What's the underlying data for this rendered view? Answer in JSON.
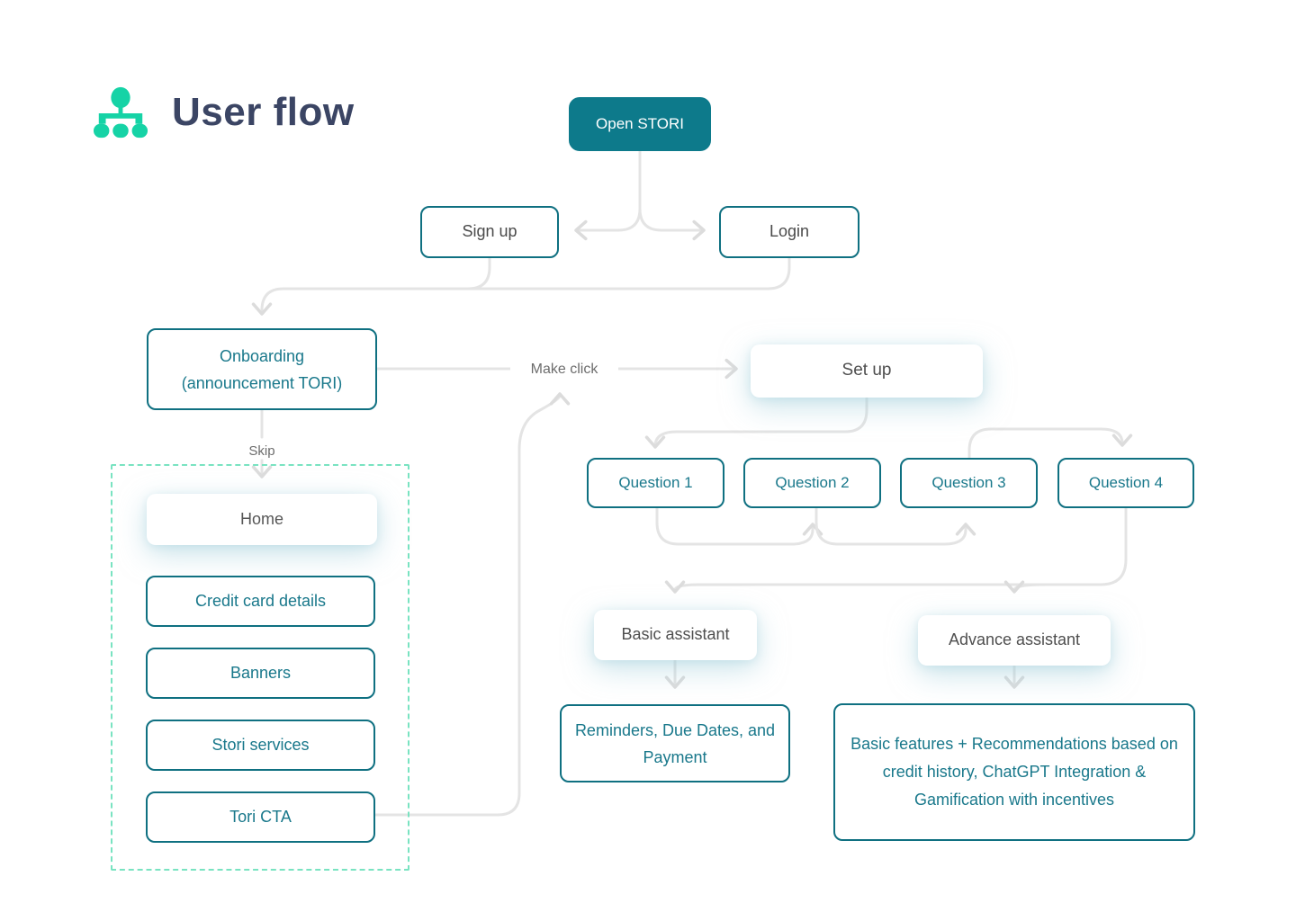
{
  "header": {
    "title": "User flow",
    "icon": "sitemap-icon"
  },
  "colors": {
    "teal_fill": "#0d7a8b",
    "teal_border": "#0f7081",
    "teal_text": "#19788b",
    "mint": "#16d3a6",
    "mint_dash": "#79e3c1",
    "connector": "#e4e4e4",
    "gray_text": "#6d6d6d",
    "dark_text": "#4a4a4a",
    "navy": "#3b4564",
    "bg": "#ffffff"
  },
  "edge_labels": {
    "skip": "Skip",
    "make_click": "Make click"
  },
  "nodes": {
    "open_stori": "Open STORI",
    "sign_up": "Sign up",
    "login": "Login",
    "onboarding_line1": "Onboarding",
    "onboarding_line2": "(announcement TORI)",
    "set_up": "Set up",
    "home": "Home",
    "credit_card_details": "Credit card details",
    "banners": "Banners",
    "stori_services": "Stori services",
    "tori_cta": "Tori CTA",
    "question_1": "Question 1",
    "question_2": "Question 2",
    "question_3": "Question 3",
    "question_4": "Question 4",
    "basic_assistant": "Basic assistant",
    "advance_assistant": "Advance assistant",
    "reminders": "Reminders, Due Dates, and Payment",
    "advanced_features": "Basic features  + Recommendations based on credit history, ChatGPT Integration & Gamification with incentives"
  }
}
